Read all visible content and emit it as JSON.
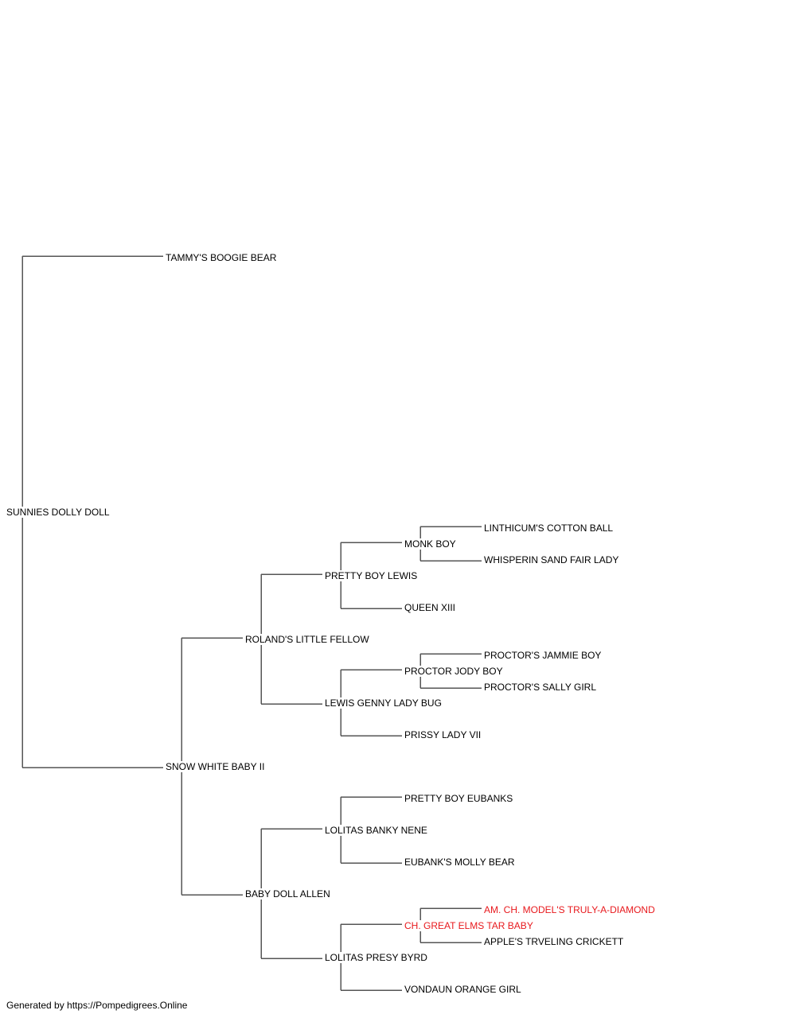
{
  "pedigree": {
    "subject": "SUNNIES DOLLY DOLL",
    "sire": "TAMMY'S BOOGIE BEAR",
    "dam": "SNOW WHITE BABY II",
    "dam_sire": "ROLAND'S LITTLE FELLOW",
    "dam_dam": "BABY DOLL ALLEN",
    "dss": "PRETTY BOY LEWIS",
    "dsd": "LEWIS GENNY LADY BUG",
    "dds": "LOLITAS BANKY NENE",
    "ddd": "LOLITAS PRESY BYRD",
    "dsss": "MONK BOY",
    "dssd": "QUEEN XIII",
    "dsds": "PROCTOR JODY BOY",
    "dsdd": "PRISSY LADY VII",
    "ddss": "PRETTY BOY EUBANKS",
    "ddsd": "EUBANK'S MOLLY BEAR",
    "ddds": "CH. GREAT ELMS TAR BABY",
    "dddd": "VONDAUN ORANGE GIRL",
    "dssss": "LINTHICUM'S COTTON BALL",
    "dsssd": "WHISPERIN SAND FAIR LADY",
    "dsdss": "PROCTOR'S JAMMIE BOY",
    "dsdsd": "PROCTOR'S SALLY GIRL",
    "dddss": "AM. CH. MODEL'S TRULY-A-DIAMOND",
    "dddsd": "APPLE'S TRVELING CRICKETT"
  },
  "colors": {
    "champion": "#e8191d",
    "line": "#555555",
    "text": "#000000"
  },
  "footer": "Generated by https://Pompedigrees.Online"
}
